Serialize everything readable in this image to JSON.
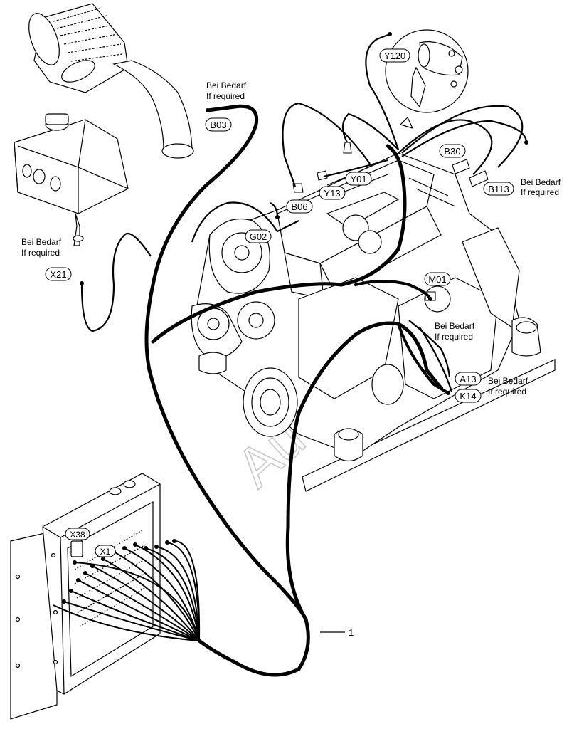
{
  "labels": {
    "B03": "B03",
    "Y120": "Y120",
    "Y01": "Y01",
    "Y13": "Y13",
    "B06": "B06",
    "B30": "B30",
    "B113": "B113",
    "G02": "G02",
    "M01": "M01",
    "X21": "X21",
    "A13": "A13",
    "K14": "K14",
    "X38": "X38",
    "X1": "X1",
    "item1": "1"
  },
  "notes": {
    "bei_bedarf": "Bei Bedarf",
    "if_required": "If required"
  },
  "watermark": "AutoSoft",
  "colors": {
    "line": "#000000",
    "harness": "#000000",
    "watermark": "#c9c9c9"
  }
}
